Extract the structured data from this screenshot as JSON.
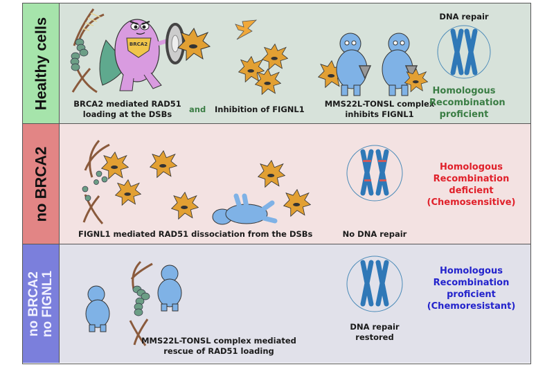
{
  "rows": [
    {
      "label": "Healthy cells",
      "captions": {
        "brca2_loading": [
          "BRCA2 mediated RAD51",
          "loading at the DSBs"
        ],
        "and": "and",
        "inhibition": "Inhibition of FIGNL1",
        "complex": [
          "MMS22L-TONSL complex",
          "inhibits FIGNL1"
        ],
        "repair": "DNA repair"
      },
      "badge": "BRCA2",
      "status": [
        "Homologous",
        "Recombination",
        "proficient"
      ],
      "status_color": "#3a7d44"
    },
    {
      "label": "no BRCA2",
      "captions": {
        "dissociation": "FIGNL1 mediated RAD51 dissociation from the DSBs",
        "repair": "No DNA repair"
      },
      "status": [
        "Homologous",
        "Recombination",
        "deficient",
        "(Chemosensitive)"
      ],
      "status_color": "#e0202a"
    },
    {
      "label": [
        "no BRCA2",
        "no FIGNL1"
      ],
      "captions": {
        "rescue": [
          "MMS22L-TONSL complex mediated",
          "rescue of RAD51 loading"
        ],
        "repair": [
          "DNA repair",
          "restored"
        ]
      },
      "status": [
        "Homologous",
        "Recombination",
        "proficient",
        "(Chemoresistant)"
      ],
      "status_color": "#2323cc"
    }
  ],
  "colors": {
    "healthy_label_bg": "#a6e4ab",
    "no_brca2_label_bg": "#e28585",
    "no_brca2_fignl1_label_bg": "#7b7fdc",
    "brca2_character": "#d99be0",
    "mms22l_character": "#7fb2e6",
    "fignl1_character": "#e2a033",
    "chromosome": "#2f78b7"
  }
}
